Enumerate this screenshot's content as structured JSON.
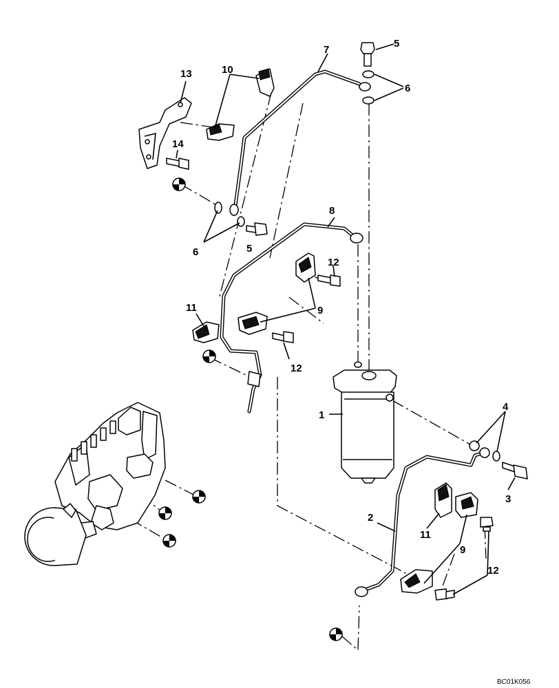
{
  "diagram": {
    "reference_code": "BC01K056",
    "callouts": {
      "c1": "1",
      "c2": "2",
      "c3": "3",
      "c4": "4",
      "c5a": "5",
      "c5b": "5",
      "c6a": "6",
      "c6b": "6",
      "c7": "7",
      "c8": "8",
      "c9a": "9",
      "c9b": "9",
      "c10": "10",
      "c11a": "11",
      "c11b": "11",
      "c12a": "12",
      "c12b": "12",
      "c12c": "12",
      "c13": "13",
      "c14": "14"
    }
  }
}
